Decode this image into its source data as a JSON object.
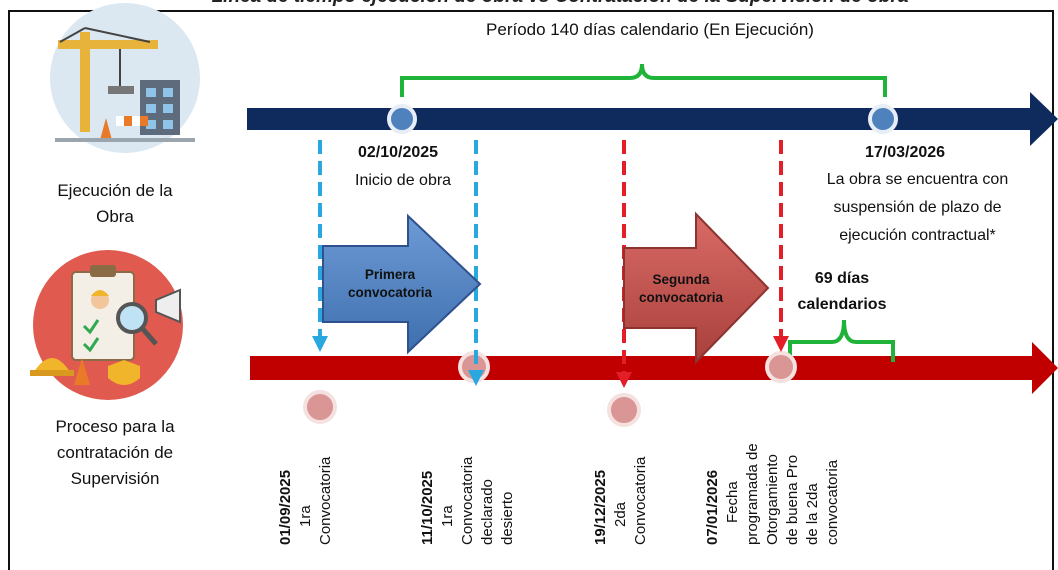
{
  "title": "Línea de tiempo ejecución de obra vs Contratación de la Supervisión de obra",
  "period_label": "Período 140 días calendario (En Ejecución)",
  "obra": {
    "section_label_1": "Ejecución de la",
    "section_label_2": "Obra",
    "start_date": "02/10/2025",
    "start_text": "Inicio de obra",
    "end_date": "17/03/2026",
    "end_text_1": "La obra se encuentra con",
    "end_text_2": "suspensión de plazo de",
    "end_text_3": "ejecución contractual*"
  },
  "supervision": {
    "section_label_1": "Proceso para la",
    "section_label_2": "contratación de",
    "section_label_3": "Supervisión"
  },
  "arrows": {
    "first_1": "Primera",
    "first_2": "convocatoria",
    "second_1": "Segunda",
    "second_2": "convocatoria"
  },
  "gap": {
    "days_1": "69 días",
    "days_2": "calendarios"
  },
  "milestones": [
    {
      "date": "01/09/2025",
      "line1": "1ra",
      "line2": "Convocatoria"
    },
    {
      "date": "11/10/2025",
      "line1": "1ra",
      "line2": "Convocatoria",
      "line3": "declarado",
      "line4": "desierto"
    },
    {
      "date": "19/12/2025",
      "line1": "2da",
      "line2": "Convocatoria"
    },
    {
      "date": "07/01/2026",
      "line1": "Fecha",
      "line2": "programada de",
      "line3": "Otorgamiento",
      "line4": "de buena Pro",
      "line5": "de la 2da",
      "line6": "convocatoria"
    }
  ],
  "colors": {
    "obra_line": "#0f2a5c",
    "supervision_line": "#c00000",
    "obra_dot": "#4f81bd",
    "supervision_dot": "#d99694",
    "bracket": "#1fb33a",
    "first_arrow": "#4f7fbf",
    "second_arrow": "#c0504d",
    "dash_blue": "#29a8e0",
    "dash_red": "#e41e26"
  }
}
